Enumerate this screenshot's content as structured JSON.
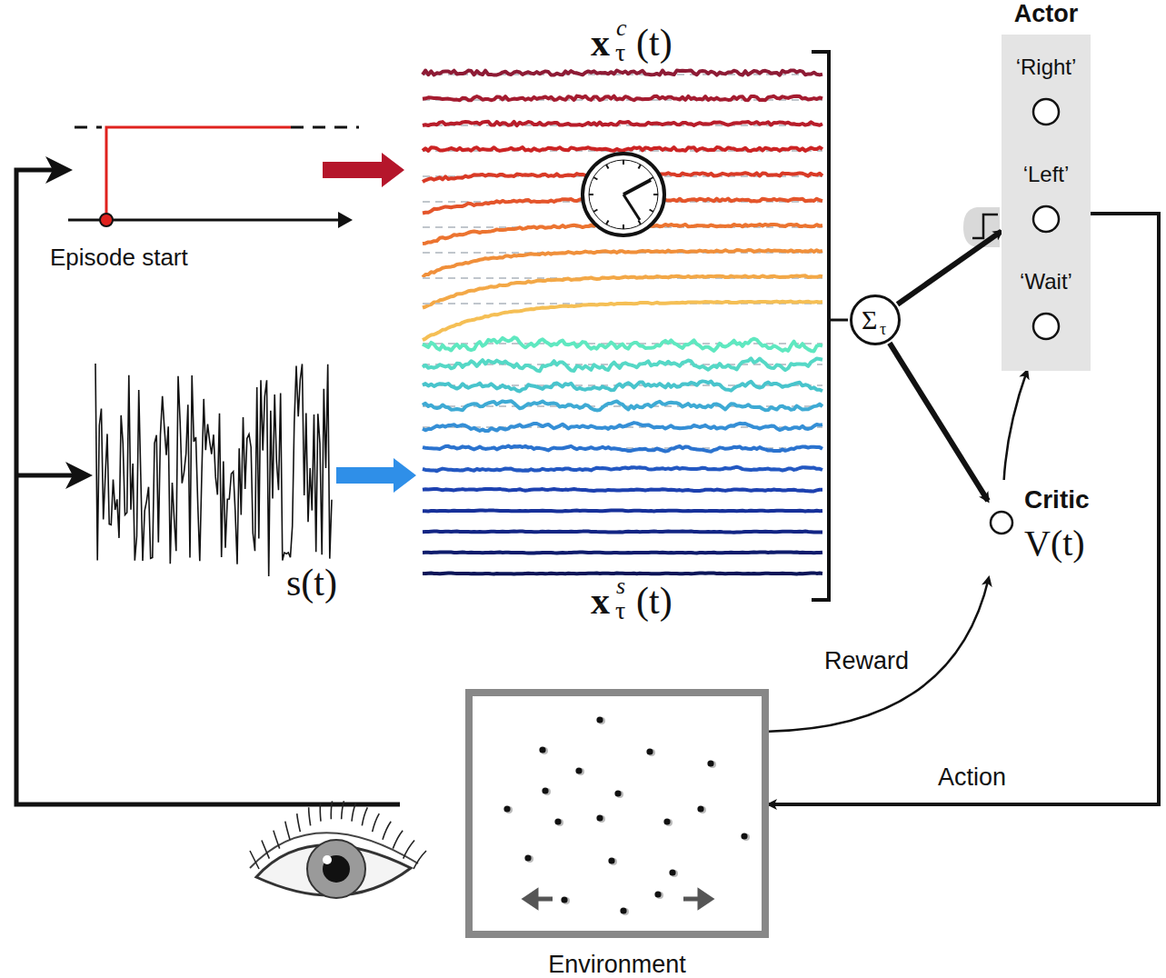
{
  "diagram": {
    "nodes": [
      {
        "text": [
          "Actor"
        ]
      },
      {
        "text": [
          "‘Right’"
        ],
        "in": 0
      },
      {
        "text": [
          "‘Left’"
        ],
        "in": 0
      },
      {
        "text": [
          "‘Wait’"
        ],
        "in": 0
      },
      {
        "text": [
          "Σ",
          "τ"
        ]
      },
      {
        "text": [
          "Critic",
          "V(t)"
        ]
      },
      {
        "text": [
          "Environment"
        ]
      }
    ],
    "edges": [
      {
        "from": 4,
        "to": 0,
        "arrow": "to"
      },
      {
        "from": 4,
        "to": 5,
        "arrow": "to"
      },
      {
        "from": 5,
        "to": 0,
        "arrow": "to"
      },
      {
        "from": 6,
        "to": 5,
        "label": "Reward",
        "arrow": "to"
      },
      {
        "from": 0,
        "to": 6,
        "label": "Action",
        "arrow": "to"
      }
    ],
    "labels": [
      "x",
      "c",
      "τ",
      "(t)",
      "Episode start",
      "s(t)",
      "x",
      "s",
      "τ",
      "(t)"
    ]
  }
}
